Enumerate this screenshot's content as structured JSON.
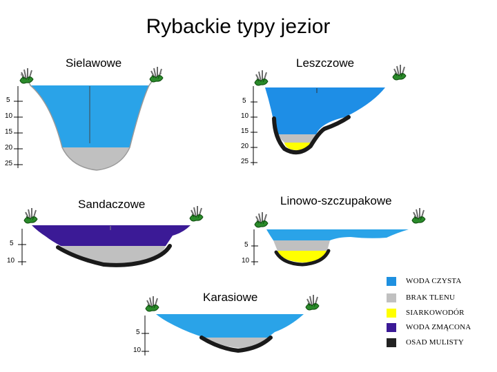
{
  "title": "Rybackie typy jezior",
  "lakes": {
    "sielawowe": {
      "label": "Sielawowe",
      "depths": [
        "5",
        "10",
        "15",
        "20",
        "25"
      ]
    },
    "leszczowe": {
      "label": "Leszczowe",
      "depths": [
        "5",
        "10",
        "15",
        "20",
        "25"
      ]
    },
    "sandaczowe": {
      "label": "Sandaczowe",
      "depths": [
        "5",
        "10"
      ]
    },
    "linowo": {
      "label": "Linowo-szczupakowe",
      "depths": [
        "5",
        "10"
      ]
    },
    "karasiowe": {
      "label": "Karasiowe",
      "depths": [
        "5",
        "10"
      ]
    }
  },
  "legend": [
    {
      "label": "WODA CZYSTA",
      "color": "#1e90e0"
    },
    {
      "label": "BRAK TLENU",
      "color": "#c0c0c0"
    },
    {
      "label": "SIARKOWODÓR",
      "color": "#ffff00"
    },
    {
      "label": "WODA ZMĄCONA",
      "color": "#3b1a96"
    },
    {
      "label": "OSAD MULISTY",
      "color": "#222222"
    }
  ]
}
